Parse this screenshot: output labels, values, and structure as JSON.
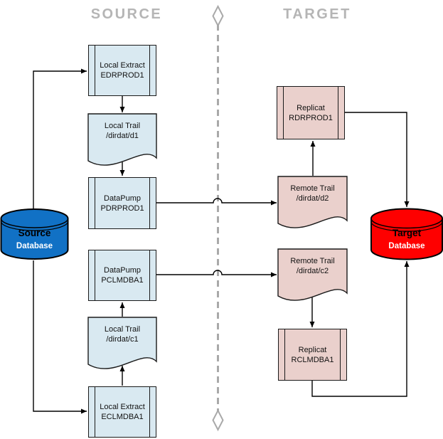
{
  "headers": {
    "source": "SOURCE",
    "target": "TARGET"
  },
  "nodes": {
    "source_db": {
      "title": "Source",
      "subtitle": "Database"
    },
    "target_db": {
      "title": "Target",
      "subtitle": "Database"
    },
    "local_extract_edrprod1": {
      "line1": "Local Extract",
      "line2": "EDRPROD1"
    },
    "local_trail_d1": {
      "line1": "Local Trail",
      "line2": "/dirdat/d1"
    },
    "datapump_pdrprod1": {
      "line1": "DataPump",
      "line2": "PDRPROD1"
    },
    "remote_trail_d2": {
      "line1": "Remote Trail",
      "line2": "/dirdat/d2"
    },
    "replicat_rdrprod1": {
      "line1": "Replicat",
      "line2": "RDRPROD1"
    },
    "datapump_pclmdba1": {
      "line1": "DataPump",
      "line2": "PCLMDBA1"
    },
    "local_trail_c1": {
      "line1": "Local Trail",
      "line2": "/dirdat/c1"
    },
    "local_extract_eclmdba1": {
      "line1": "Local Extract",
      "line2": "ECLMDBA1"
    },
    "remote_trail_c2": {
      "line1": "Remote Trail",
      "line2": "/dirdat/c2"
    },
    "replicat_rclmdba1": {
      "line1": "Replicat",
      "line2": "RCLMDBA1"
    }
  },
  "colors": {
    "process_blue": "#d9e9f1",
    "process_pink": "#ead0cc",
    "source_db_blue": "#1171c5",
    "target_db_red": "#fe0000",
    "header_gray": "#b5b5b5",
    "divider_gray": "#a9a9a9",
    "line_black": "#000000"
  },
  "edges": [
    {
      "from": "source_db",
      "to": "local_extract_edrprod1"
    },
    {
      "from": "local_extract_edrprod1",
      "to": "local_trail_d1"
    },
    {
      "from": "local_trail_d1",
      "to": "datapump_pdrprod1"
    },
    {
      "from": "datapump_pdrprod1",
      "to": "remote_trail_d2"
    },
    {
      "from": "remote_trail_d2",
      "to": "replicat_rdrprod1"
    },
    {
      "from": "replicat_rdrprod1",
      "to": "target_db"
    },
    {
      "from": "source_db",
      "to": "local_extract_eclmdba1"
    },
    {
      "from": "local_extract_eclmdba1",
      "to": "local_trail_c1"
    },
    {
      "from": "local_trail_c1",
      "to": "datapump_pclmdba1"
    },
    {
      "from": "datapump_pclmdba1",
      "to": "remote_trail_c2"
    },
    {
      "from": "remote_trail_c2",
      "to": "replicat_rclmdba1"
    },
    {
      "from": "replicat_rclmdba1",
      "to": "target_db"
    }
  ]
}
